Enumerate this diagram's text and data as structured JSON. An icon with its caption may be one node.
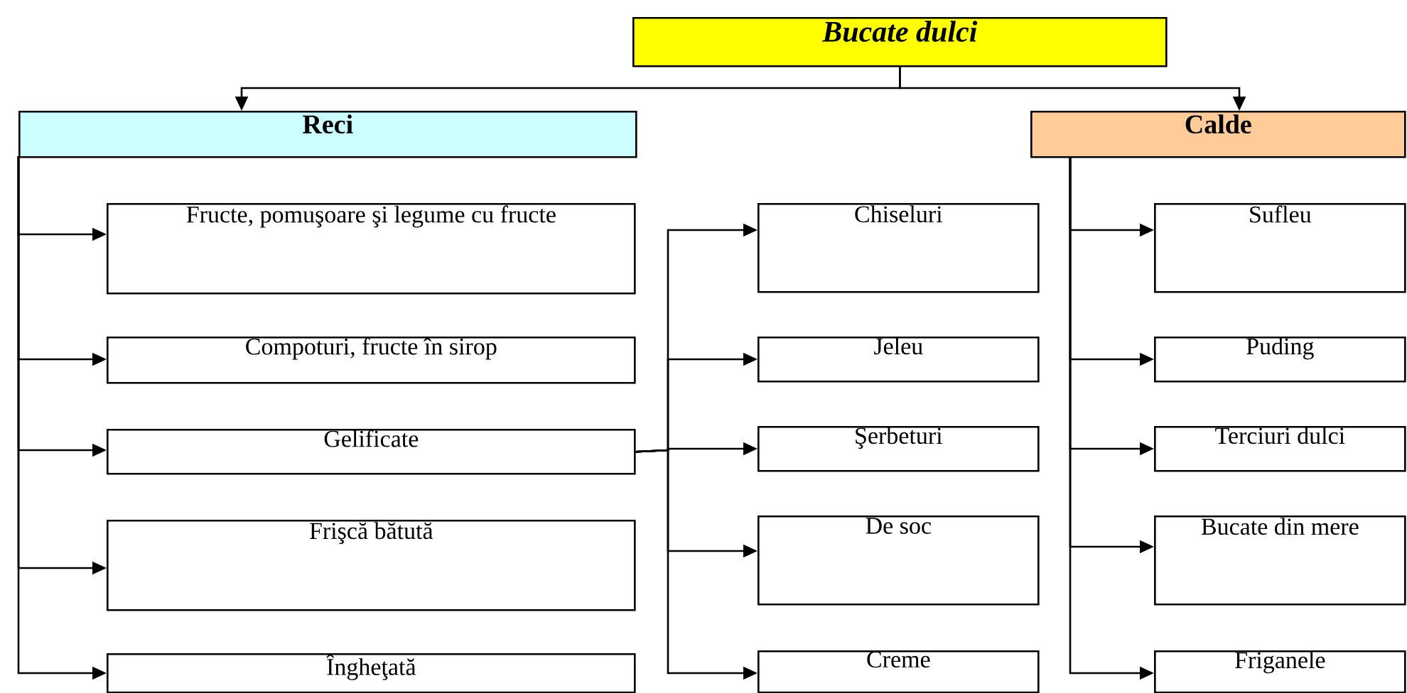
{
  "diagram": {
    "nodes": [
      {
        "text": [
          "Bucate dulci"
        ]
      },
      {
        "text": [
          "Reci"
        ]
      },
      {
        "text": [
          "Calde"
        ]
      },
      {
        "text": [
          "Fructe, pomuşoare şi legume cu fructe"
        ]
      },
      {
        "text": [
          "Compoturi, fructe în sirop"
        ]
      },
      {
        "text": [
          "Gelificate"
        ]
      },
      {
        "text": [
          "Frişcă bătută"
        ]
      },
      {
        "text": [
          "Îngheţată"
        ]
      },
      {
        "text": [
          "Chiseluri"
        ]
      },
      {
        "text": [
          "Jeleu"
        ]
      },
      {
        "text": [
          "Şerbeturi"
        ]
      },
      {
        "text": [
          "De soc"
        ]
      },
      {
        "text": [
          "Creme"
        ]
      },
      {
        "text": [
          "Sufleu"
        ]
      },
      {
        "text": [
          "Puding"
        ]
      },
      {
        "text": [
          "Terciuri dulci"
        ]
      },
      {
        "text": [
          "Bucate din mere"
        ]
      },
      {
        "text": [
          "Friganele"
        ]
      }
    ],
    "edges": [
      {
        "from": 0,
        "to": 1,
        "arrow": "to"
      },
      {
        "from": 0,
        "to": 2,
        "arrow": "to"
      },
      {
        "from": 1,
        "to": 3,
        "arrow": "to"
      },
      {
        "from": 1,
        "to": 4,
        "arrow": "to"
      },
      {
        "from": 1,
        "to": 5,
        "arrow": "to"
      },
      {
        "from": 1,
        "to": 6,
        "arrow": "to"
      },
      {
        "from": 1,
        "to": 7,
        "arrow": "to"
      },
      {
        "from": 5,
        "to": 8,
        "arrow": "to"
      },
      {
        "from": 5,
        "to": 9,
        "arrow": "to"
      },
      {
        "from": 5,
        "to": 10,
        "arrow": "to"
      },
      {
        "from": 5,
        "to": 11,
        "arrow": "to"
      },
      {
        "from": 5,
        "to": 12,
        "arrow": "to"
      },
      {
        "from": 2,
        "to": 13,
        "arrow": "to"
      },
      {
        "from": 2,
        "to": 14,
        "arrow": "to"
      },
      {
        "from": 2,
        "to": 15,
        "arrow": "to"
      },
      {
        "from": 2,
        "to": 16,
        "arrow": "to"
      },
      {
        "from": 2,
        "to": 17,
        "arrow": "to"
      }
    ]
  }
}
